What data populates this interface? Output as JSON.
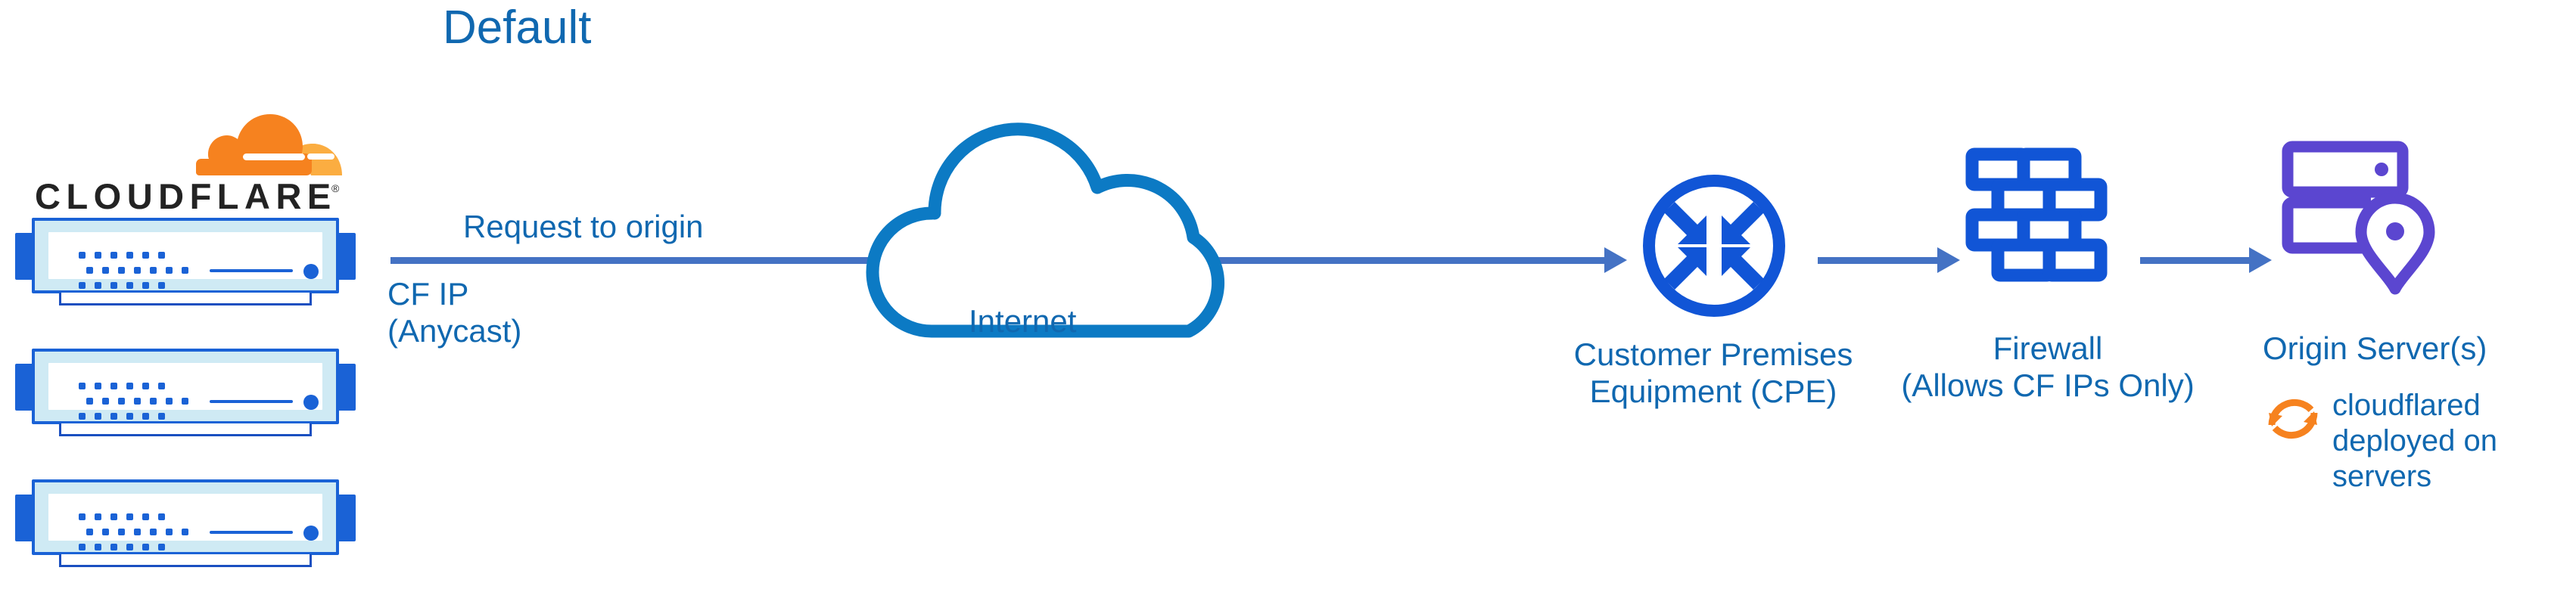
{
  "diagram": {
    "title": "Default",
    "type": "network-architecture-flow",
    "background_color": "#ffffff",
    "palette": {
      "label_blue": "#1068B0",
      "arrow_blue": "#4472C4",
      "cloud_outline_blue": "#0C7AC4",
      "icon_blue": "#1155D6",
      "appliance_blue": "#1a62d6",
      "appliance_fill": "#cfeaf4",
      "origin_purple": "#5B46D0",
      "cloudflare_orange": "#F6821F",
      "cloudflare_orange_light": "#FBAD41",
      "wordmark_black": "#232323"
    }
  },
  "brand": {
    "logo_wordmark": "CLOUDFLARE",
    "logo_trademark": "®",
    "logo_icon_name": "cloudflare-cloud-mark"
  },
  "nodes": [
    {
      "id": "cloudflare-edge",
      "icon": "server-appliance-stack",
      "count": 3,
      "labels": [
        "CF IP",
        "(Anycast)"
      ]
    },
    {
      "id": "internet",
      "icon": "cloud-outline",
      "label": "Internet"
    },
    {
      "id": "cpe",
      "icon": "router-four-arrows-circle",
      "label_line1": "Customer Premises",
      "label_line2": "Equipment (CPE)"
    },
    {
      "id": "firewall",
      "icon": "brick-wall",
      "label_line1": "Firewall",
      "label_line2": "(Allows CF IPs Only)"
    },
    {
      "id": "origin",
      "icon": "server-rack-with-map-pin",
      "label": "Origin Server(s)"
    }
  ],
  "edges": [
    {
      "id": "edge-request-to-origin",
      "label": "Request to origin",
      "from": "cloudflare-edge",
      "to": "cpe",
      "style": "solid-arrow"
    },
    {
      "id": "edge-cpe-firewall",
      "label": "",
      "from": "cpe",
      "to": "firewall",
      "style": "solid-arrow"
    },
    {
      "id": "edge-firewall-origin",
      "label": "",
      "from": "firewall",
      "to": "origin",
      "style": "solid-arrow"
    }
  ],
  "annotations": [
    {
      "id": "cloudflared-note",
      "icon": "refresh-circle-arrows-icon",
      "lines": [
        "cloudflared",
        "deployed on",
        "servers"
      ],
      "text": "cloudflared\ndeployed on\nservers"
    }
  ],
  "labels": {
    "title": "Default",
    "request_to_origin": "Request to origin",
    "cf_ip": "CF IP\n(Anycast)",
    "internet": "Internet",
    "cpe": "Customer Premises\nEquipment (CPE)",
    "firewall": "Firewall\n(Allows CF IPs Only)",
    "origin": "Origin Server(s)",
    "cloudflared": "cloudflared\ndeployed on\nservers"
  }
}
